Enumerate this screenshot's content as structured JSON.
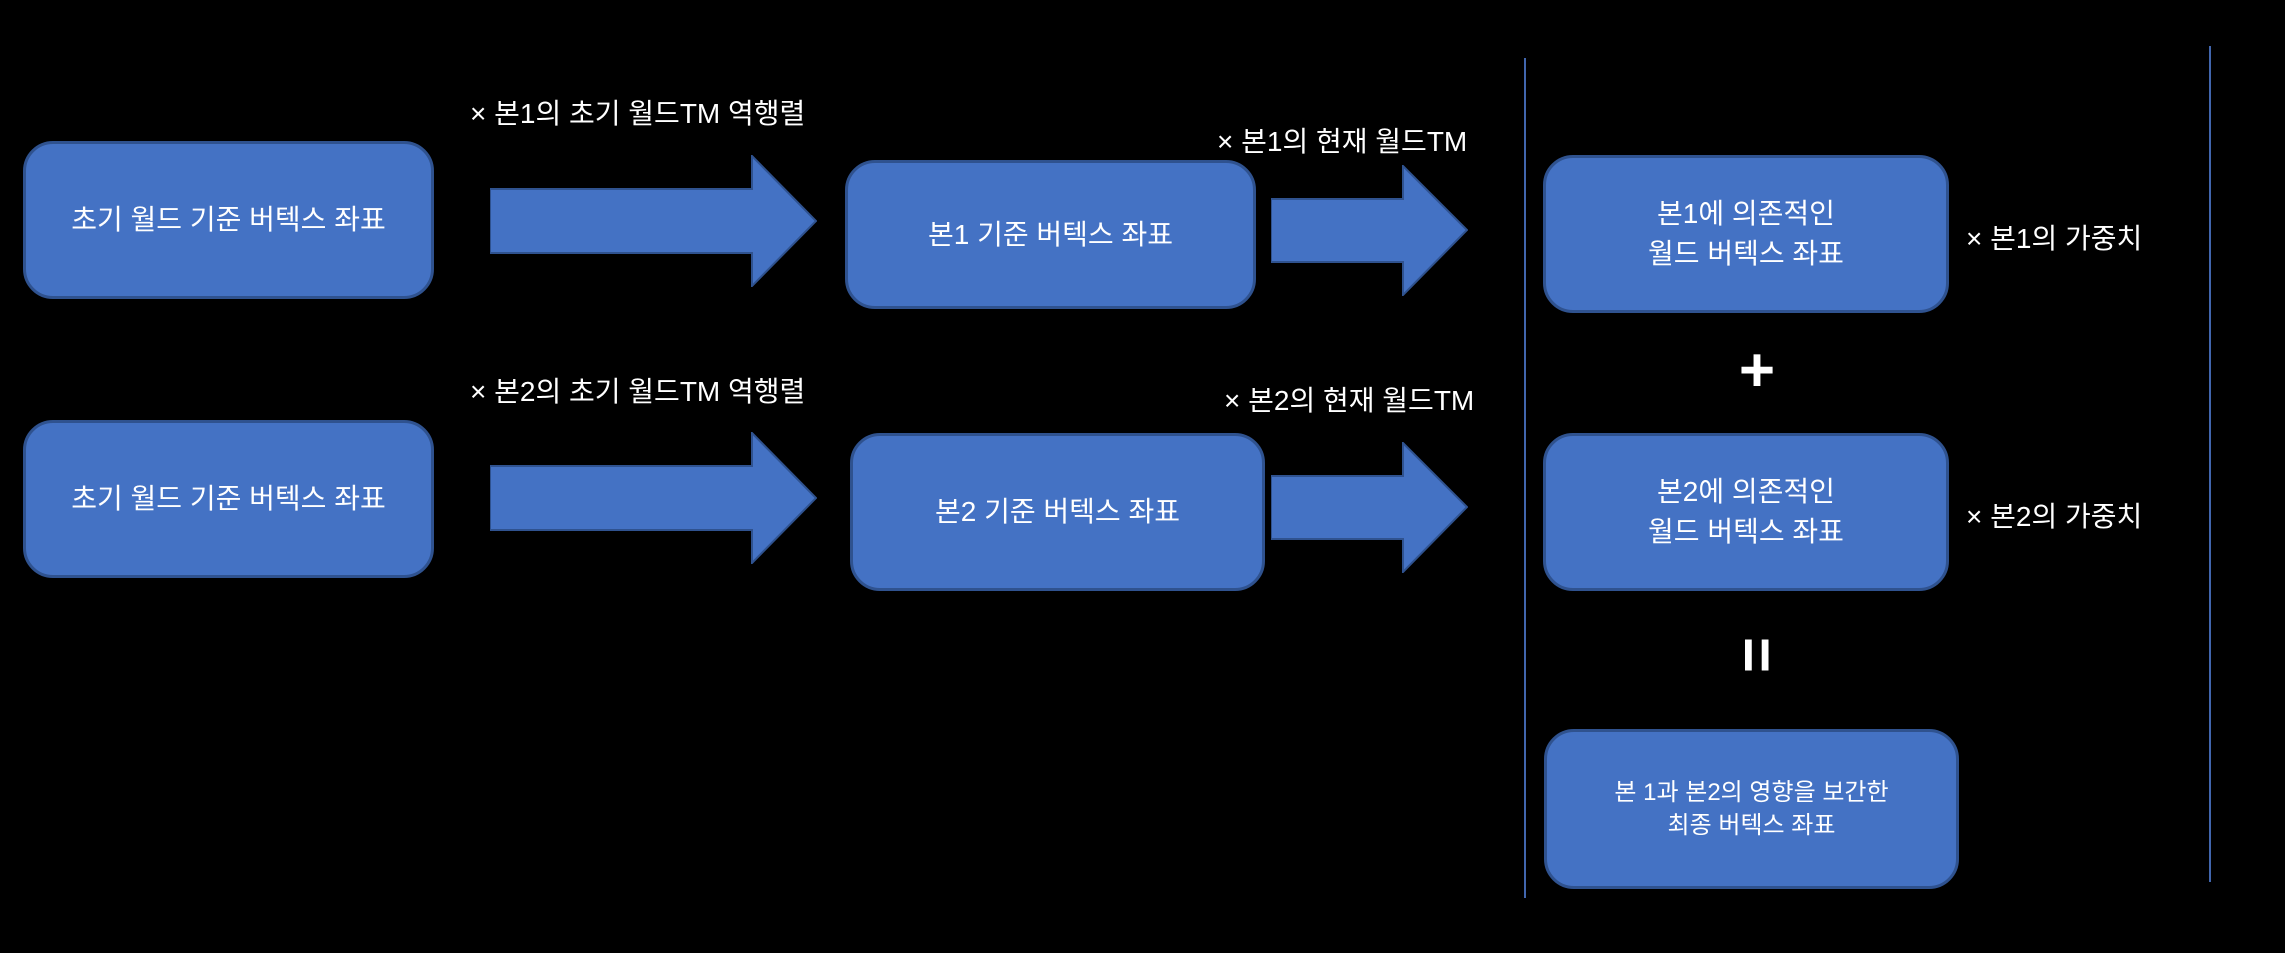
{
  "palette": {
    "background": "#000000",
    "shape_fill": "#4472C4",
    "shape_border": "#2F528F",
    "bracket_line": "#4166AE",
    "text": "#FFFFFF"
  },
  "rows": [
    {
      "source_box": "초기 월드 기준 버텍스 좌표",
      "inverse_tm_label": "× 본1의 초기 월드TM 역행렬",
      "bone_box": "본1 기준 버텍스 좌표",
      "current_tm_label": "× 본1의 현재 월드TM",
      "dependent_box_line1": "본1에 의존적인",
      "dependent_box_line2": "월드 버텍스 좌표",
      "weight_label": "× 본1의 가중치"
    },
    {
      "source_box": "초기 월드 기준 버텍스 좌표",
      "inverse_tm_label": "× 본2의 초기 월드TM 역행렬",
      "bone_box": "본2 기준 버텍스 좌표",
      "current_tm_label": "× 본2의 현재 월드TM",
      "dependent_box_line1": "본2에 의존적인",
      "dependent_box_line2": "월드 버텍스 좌표",
      "weight_label": "× 본2의 가중치"
    }
  ],
  "operators": {
    "plus": "+",
    "equals": "="
  },
  "final_box": {
    "line1": "본 1과 본2의 영향을 보간한",
    "line2": "최종 버텍스 좌표"
  }
}
